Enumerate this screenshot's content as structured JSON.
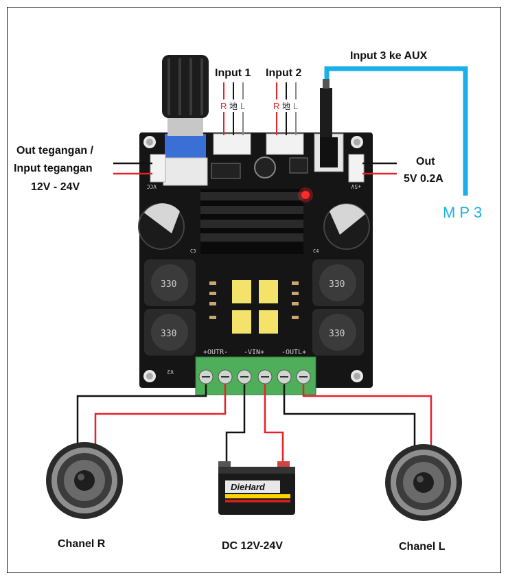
{
  "labels": {
    "input1": "Input 1",
    "input2": "Input 2",
    "input3": "Input 3 ke AUX",
    "power_io_line1": "Out tegangan /",
    "power_io_line2": "Input tegangan",
    "power_io_line3": "12V - 24V",
    "out_line1": "Out",
    "out_line2": "5V 0.2A",
    "mp3": "MP3",
    "channel_r": "Chanel R",
    "channel_l": "Chanel L",
    "dc": "DC 12V-24V"
  },
  "pins": {
    "r": "R",
    "gnd": "地",
    "l": "L"
  },
  "board_silk": {
    "vcc": "VCC",
    "plus5v": "+5V",
    "outr": "+OUTR-",
    "vin": "-VIN+",
    "outl": "-OUTL+",
    "v2": "V2",
    "c3": "C3",
    "c4": "C4",
    "ind": "330"
  },
  "battery": {
    "brand": "DieHard"
  },
  "colors": {
    "wire_red": "#e8202a",
    "wire_black": "#111111",
    "aux_cable": "#1ab0e8",
    "pcb": "#151515",
    "terminal": "#4fae5a"
  }
}
